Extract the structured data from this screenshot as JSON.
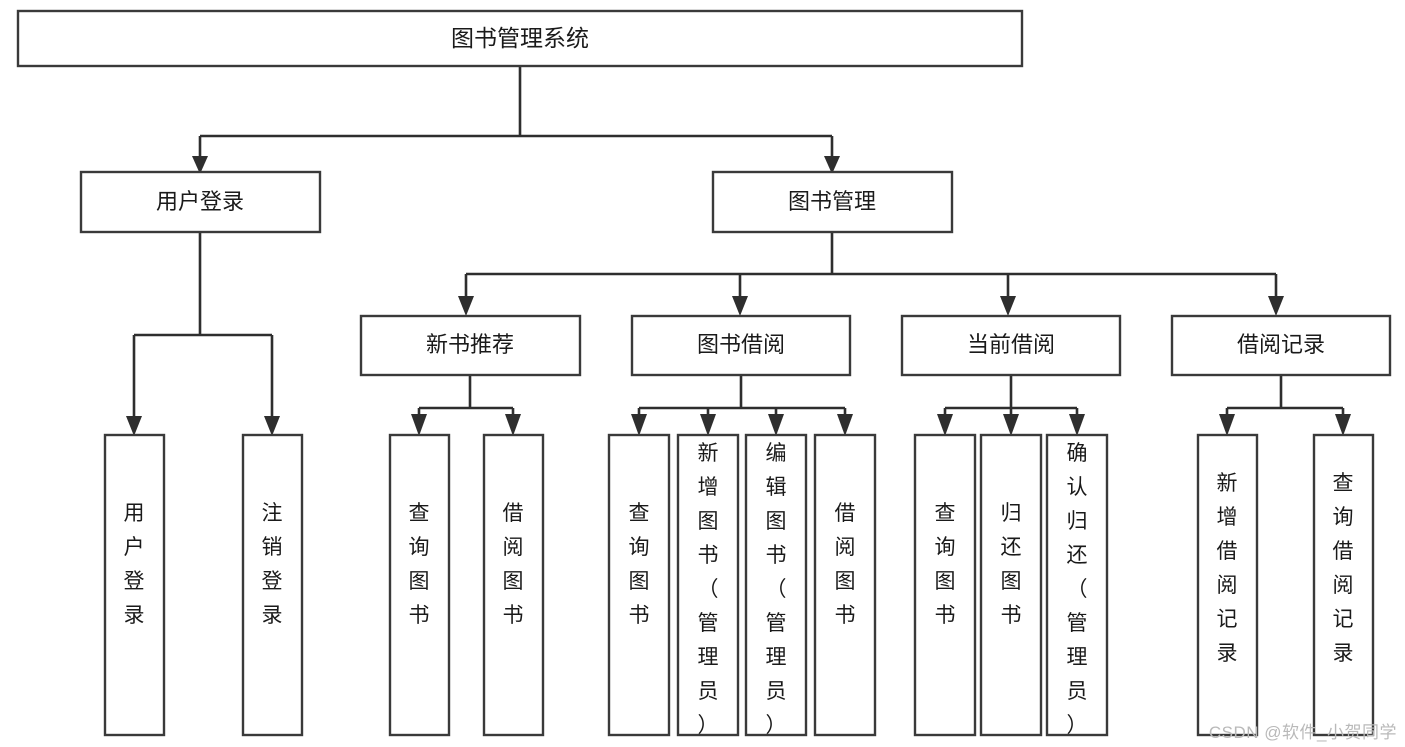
{
  "diagram": {
    "title_node": {
      "label": "图书管理系统"
    },
    "level2": [
      {
        "label": "用户登录"
      },
      {
        "label": "图书管理"
      }
    ],
    "level3": [
      {
        "label": "新书推荐"
      },
      {
        "label": "图书借阅"
      },
      {
        "label": "当前借阅"
      },
      {
        "label": "借阅记录"
      }
    ],
    "leaves": {
      "user_login": [
        {
          "label": "用户登录"
        },
        {
          "label": "注销登录"
        }
      ],
      "new_book_recommend": [
        {
          "label": "查询图书"
        },
        {
          "label": "借阅图书"
        }
      ],
      "book_borrow": [
        {
          "label": "查询图书"
        },
        {
          "label": "新增图书（管理员）"
        },
        {
          "label": "编辑图书（管理员）"
        },
        {
          "label": "借阅图书"
        }
      ],
      "current_borrow": [
        {
          "label": "查询图书"
        },
        {
          "label": "归还图书"
        },
        {
          "label": "确认归还（管理员）"
        }
      ],
      "borrow_record": [
        {
          "label": "新增借阅记录"
        },
        {
          "label": "查询借阅记录"
        }
      ]
    }
  },
  "watermark": {
    "text": "CSDN @软件_小贺同学"
  },
  "colors": {
    "box_border": "#3a3a3a",
    "connector": "#2e2e2e",
    "text": "#1a1a1a",
    "background": "#ffffff",
    "watermark": "#b9b9b9"
  }
}
